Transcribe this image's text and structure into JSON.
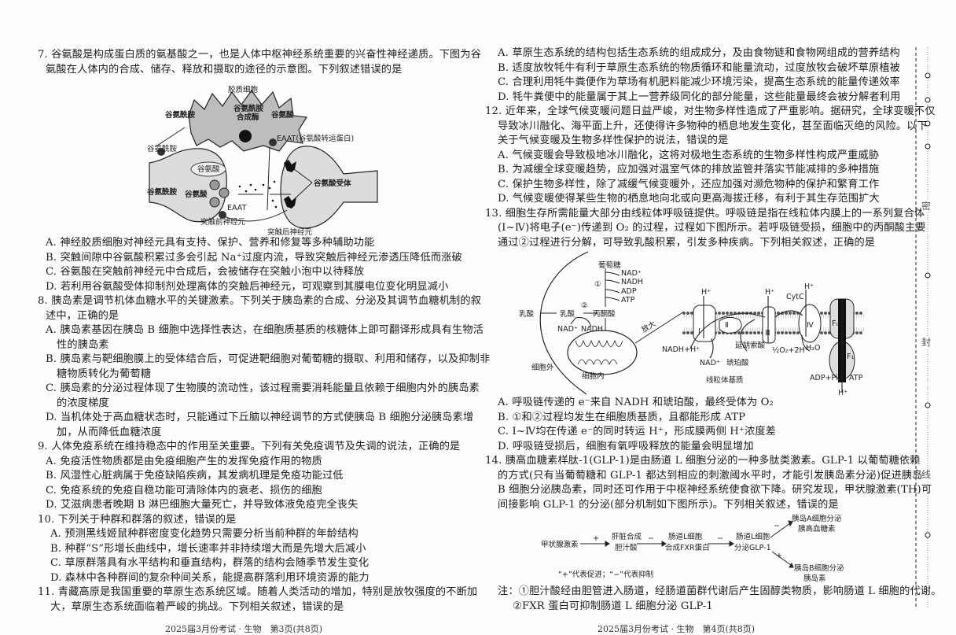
{
  "q7": {
    "stem": [
      "7. 谷氨酸是构成蛋白质的氨基酸之一，也是人体中枢神经系统重要的兴奋性神经递质。下图为谷",
      "氨酸在人体内的合成、储存、释放和摄取的途径的示意图。下列叙述错误的是"
    ],
    "figure": {
      "glial_cell": "胶质细胞",
      "glutamine_1": "谷氨酰胺",
      "synthetase_1": "谷氨酰胺",
      "synthetase_2": "合成酶",
      "glutamate_1": "谷氨酸",
      "eaat_full": "EAAT(谷氨酸转运蛋白)",
      "glutamine_2": "谷氨酰胺",
      "glutamate_vesicle": "谷氨酸",
      "glutamine_3": "谷氨酰胺",
      "glutamate_2": "谷氨酸",
      "eaat": "EAAT",
      "receptor": "谷氨酸受体",
      "pre_neuron": "突触前神经元",
      "post_neuron": "突触后神经元"
    },
    "options": [
      [
        "A. 神经胶质细胞对神经元具有支持、保护、营养和修复等多种辅助功能"
      ],
      [
        "B. 突触间隙中谷氨酸积累过多会引起 Na⁺过度内流，导致突触后神经元渗透压降低而涨破"
      ],
      [
        "C. 谷氨酸在突触前神经元中合成后，会被储存在突触小泡中以待释放"
      ],
      [
        "D. 若利用谷氨酸受体抑制剂处理离体的突触后神经元，可观察到其膜电位变化明显减小"
      ]
    ]
  },
  "q8": {
    "stem": [
      "8. 胰岛素是调节机体血糖水平的关键激素。下列关于胰岛素的合成、分泌及其调节血糖机制的叙",
      "述中，正确的是"
    ],
    "options": [
      [
        "A. 胰岛素基因在胰岛 B 细胞中选择性表达，在细胞质基质的核糖体上即可翻译形成具有生物活",
        "性的胰岛素"
      ],
      [
        "B. 胰岛素与靶细胞膜上的受体结合后，可促进靶细胞对葡萄糖的摄取、利用和储存，以及抑制非",
        "糖物质转化为葡萄糖"
      ],
      [
        "C. 胰岛素的分泌过程体现了生物膜的流动性，该过程需要消耗能量且依赖于细胞内外的胰岛素",
        "的浓度梯度"
      ],
      [
        "D. 当机体处于高血糖状态时，只能通过下丘脑以神经调节的方式使胰岛 B 细胞分泌胰岛素增",
        "加，从而降低血糖浓度"
      ]
    ]
  },
  "q9": {
    "stem": [
      "9. 人体免疫系统在维持稳态中的作用至关重要。下列有关免疫调节及失调的说法，正确的是"
    ],
    "options": [
      [
        "A. 免疫活性物质都是由免疫细胞产生的发挥免疫作用的物质"
      ],
      [
        "B. 风湿性心脏病属于免疫缺陷疾病，其发病机理是免疫功能过低"
      ],
      [
        "C. 免疫系统的免疫自稳功能可清除体内的衰老、损伤的细胞"
      ],
      [
        "D. 艾滋病患者晚期 B 淋巴细胞大量死亡，并导致体液免疫完全丧失"
      ]
    ]
  },
  "q10": {
    "stem": [
      "10. 下列关于种群和群落的叙述，错误的是"
    ],
    "options": [
      [
        "A. 预测黑线姬鼠种群密度变化趋势只需要分析当前种群的年龄结构"
      ],
      [
        "B. 种群“S”形增长曲线中，增长速率并非持续增大而是先增大后减小"
      ],
      [
        "C. 草原群落具有水平结构和垂直结构，群落的结构会随季节发生变化"
      ],
      [
        "D. 森林中各种群间的复杂种间关系，能提高群落利用环境资源的能力"
      ]
    ]
  },
  "q11": {
    "stem": [
      "11. 青藏高原是我国重要的草原生态系统区域。随着人类活动的增加，特别是放牧强度的不断加",
      "大，草原生态系统面临着严峻的挑战。下列相关叙述，错误的是"
    ],
    "options": [
      [
        "A. 草原生态系统的结构包括生态系统的组成成分，及由食物链和食物网组成的营养结构"
      ],
      [
        "B. 适度放牧牦牛有利于草原生态系统的物质循环和能量流动，过度放牧会破坏草原植被"
      ],
      [
        "C. 合理利用牦牛粪便作为草场有机肥料能减少环境污染，提高生态系统的能量传递效率"
      ],
      [
        "D. 牦牛粪便中的能量属于其上一营养级同化的部分能量，这些能量最终会被分解者利用"
      ]
    ]
  },
  "q12": {
    "stem": [
      "12. 近年来，全球气候变暖问题日益严峻，对生物多样性造成了严重影响。据研究，全球变暖不仅",
      "导致冰川融化、海平面上升，还使得许多物种的栖息地发生变化，甚至面临灭绝的风险。以下",
      "关于气候变暖及生物多样性保护的说法，错误的是"
    ],
    "options": [
      [
        "A. 气候变暖会导致极地冰川融化，这将对极地生态系统的生物多样性构成严重威胁"
      ],
      [
        "B. 为减缓全球变暖趋势，应加强对温室气体的排放监管并落实节能减排的多种措施"
      ],
      [
        "C. 保护生物多样性，除了减缓气候变暖外，还应加强对濒危物种的保护和繁育工作"
      ],
      [
        "D. 气候变暖使得某些生物的栖息地向北或向更高海拔迁移，有利于其生存范围扩大"
      ]
    ]
  },
  "q13": {
    "stem": [
      "13. 细胞生存所需能量大部分由线粒体呼吸链提供。呼吸链是指在线粒体内膜上的一系列复合体",
      "(Ⅰ~Ⅳ)将电子(e⁻)传递到 O₂ 的过程，过程如下图所示。若呼吸链受损，细胞中的丙酮酸主要",
      "通过②过程进行分解，可导致乳酸积累，引发多种疾病。下列相关叙述，正确的是"
    ],
    "figure": {
      "glucose": "葡萄糖",
      "nad_1": "NAD⁺",
      "nadh_1": "NADH",
      "step1": "①",
      "adp": "ADP",
      "atp_1": "ATP",
      "step2": "②",
      "lactate_out": "乳酸",
      "lactate_in": "乳酸",
      "pyruvate": "丙酮酸",
      "nad_2": "NAD⁺",
      "nadh_2": "NADH",
      "zoom": "放大",
      "outside": "细胞外",
      "inside": "细胞内",
      "h_1": "H⁺",
      "h_2": "H⁺",
      "h_3": "H⁺",
      "cytc": "CytC",
      "c1": "Ⅰ",
      "c2": "Ⅱ",
      "c3": "Ⅲ",
      "c4": "Ⅳ",
      "f0": "F₀",
      "f1": "F₁",
      "nadh_h": "NADH+H⁺",
      "nad_3": "NAD⁺",
      "succinate": "琥珀酸",
      "fumarate": "延胡索酸",
      "oxygen": "½O₂+2H⁺",
      "water": "H₂O",
      "adp_pi": "ADP+Pi",
      "atp_2": "ATP",
      "h_4": "H⁺",
      "matrix": "线粒体基质"
    },
    "options": [
      [
        "A. 呼吸链传递的 e⁻来自 NADH 和琥珀酸，最终受体为 O₂"
      ],
      [
        "B. ①和②过程均发生在细胞质基质，且都能形成 ATP"
      ],
      [
        "C. Ⅰ~Ⅳ均在传递 e⁻的同时转运 H⁺，形成膜两侧 H⁺浓度差"
      ],
      [
        "D. 呼吸链受损后，细胞有氧呼吸释放的能量会明显增加"
      ]
    ]
  },
  "q14": {
    "stem": [
      "14. 胰高血糖素样肽-1(GLP-1)是由肠道 L 细胞分泌的一种多肽类激素。GLP-1 以葡萄糖依赖",
      "的方式(只有当葡萄糖和 GLP-1 都达到相应的刺激阈水平时，才能引发胰岛素分泌)促进胰岛",
      "B 细胞分泌胰岛素，同时还可作用于中枢神经系统使食欲下降。研究发现，甲状腺激素(TH)可",
      "间接影响 GLP-1 的分泌(部分机制如下图所示)。下列相关叙述，错误的是"
    ],
    "figure": {
      "th": "甲状腺激素",
      "plus_1": "+",
      "liver_1": "肝脏合成",
      "liver_2": "胆汁酸",
      "minus_1": "−",
      "lcell_1": "肠道L细胞",
      "lcell_2": "合成FXR蛋白",
      "minus_2": "−",
      "lcell_3": "肠道L细胞",
      "lcell_4": "分泌GLP-1",
      "minus_3": "−",
      "plus_2": "+",
      "acell_1": "胰岛A细胞分泌",
      "acell_2": "胰高血糖素",
      "bcell_1": "胰岛B细胞分泌",
      "bcell_2": "胰岛素",
      "legend": "“+”代表促进；“−”代表抑制"
    },
    "notes": [
      "注：①胆汁酸经由胆管进入肠道，经肠道菌群代谢后产生固醇类物质，影响肠道 L 细胞的代谢。",
      "②FXR 蛋白可抑制肠道 L 细胞分泌 GLP-1"
    ]
  },
  "margin": {
    "mi": "密",
    "feng": "封",
    "xian": "线"
  },
  "footer": {
    "left": "2025届3月份考试 · 生物　第3页(共8页)",
    "right": "2025届3月份考试 · 生物　第4页(共8页)"
  }
}
